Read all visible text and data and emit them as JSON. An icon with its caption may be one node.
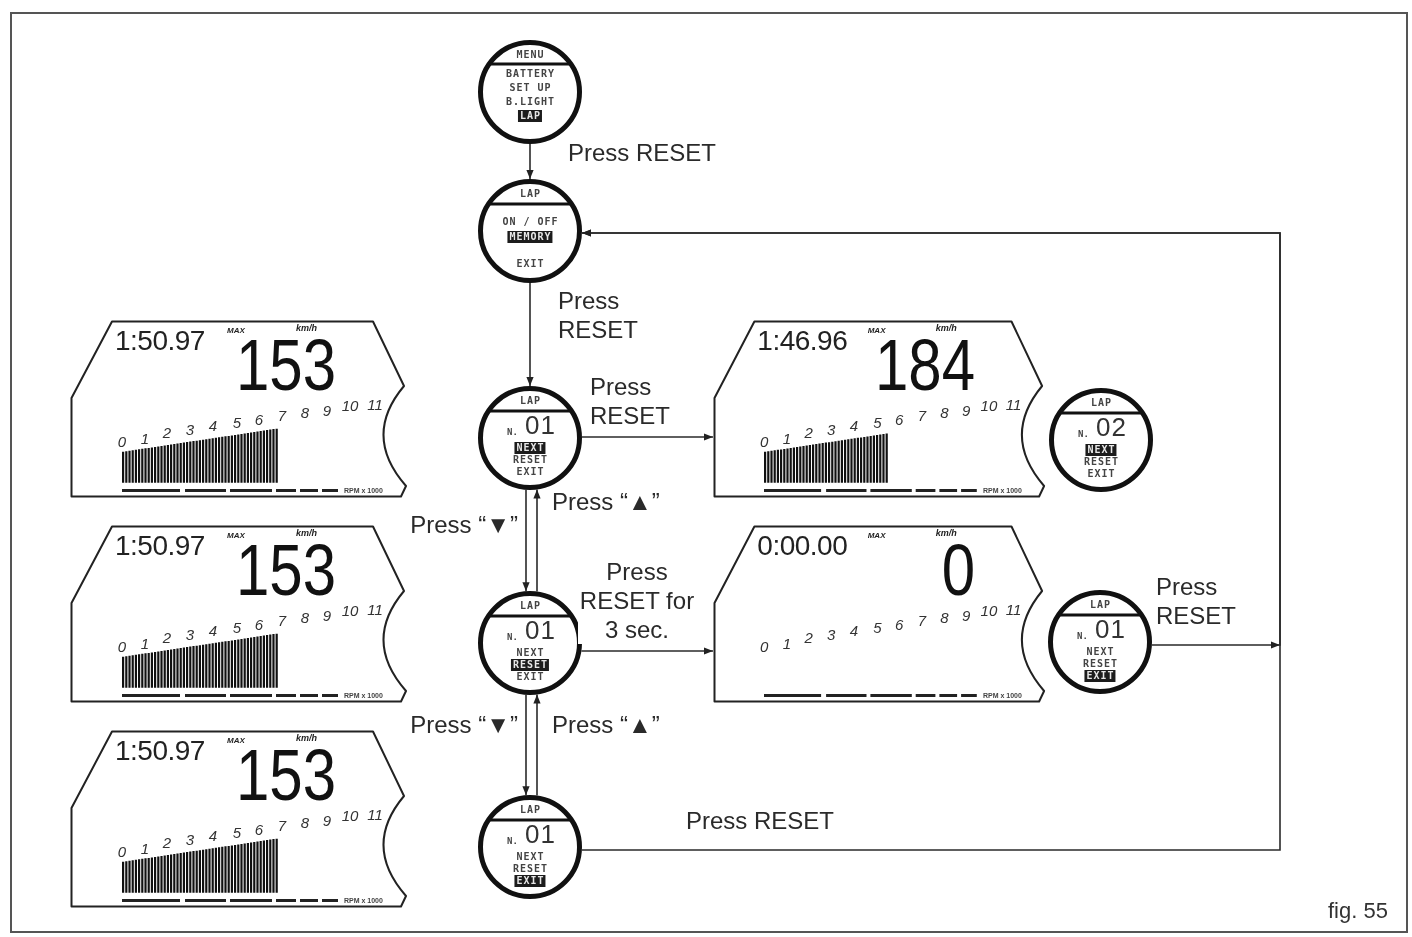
{
  "diagram": {
    "nodes": [
      {
        "text": [
          "MENU",
          "BATTERY",
          "SET UP",
          "B.LIGHT",
          "LAP"
        ]
      },
      {
        "text": [
          "LAP",
          "ON / OFF",
          "MEMORY",
          "EXIT"
        ]
      },
      {
        "text": [
          "1:50.97",
          "MAX",
          "km/h",
          "153",
          "0",
          "1",
          "2",
          "3",
          "4",
          "5",
          "6",
          "7",
          "8",
          "9",
          "10",
          "11",
          "RPM x 1000"
        ]
      },
      {
        "text": [
          "LAP",
          "N.",
          "01",
          "NEXT",
          "RESET",
          "EXIT"
        ]
      },
      {
        "text": [
          "1:46.96",
          "MAX",
          "km/h",
          "184",
          "0",
          "1",
          "2",
          "3",
          "4",
          "5",
          "6",
          "7",
          "8",
          "9",
          "10",
          "11",
          "RPM x 1000"
        ]
      },
      {
        "text": [
          "LAP",
          "N.",
          "02",
          "NEXT",
          "RESET",
          "EXIT"
        ]
      },
      {
        "text": [
          "1:50.97",
          "MAX",
          "km/h",
          "153",
          "0",
          "1",
          "2",
          "3",
          "4",
          "5",
          "6",
          "7",
          "8",
          "9",
          "10",
          "11",
          "RPM x 1000"
        ]
      },
      {
        "text": [
          "LAP",
          "N.",
          "01",
          "NEXT",
          "RESET",
          "EXIT"
        ]
      },
      {
        "text": [
          "0:00.00",
          "MAX",
          "km/h",
          "0",
          "0",
          "1",
          "2",
          "3",
          "4",
          "5",
          "6",
          "7",
          "8",
          "9",
          "10",
          "11",
          "RPM x 1000"
        ]
      },
      {
        "text": [
          "LAP",
          "N.",
          "01",
          "NEXT",
          "RESET",
          "EXIT"
        ]
      },
      {
        "text": [
          "1:50.97",
          "MAX",
          "km/h",
          "153",
          "0",
          "1",
          "2",
          "3",
          "4",
          "5",
          "6",
          "7",
          "8",
          "9",
          "10",
          "11",
          "RPM x 1000"
        ]
      },
      {
        "text": [
          "LAP",
          "N.",
          "01",
          "NEXT",
          "RESET",
          "EXIT"
        ]
      }
    ],
    "edges": [
      {
        "from": 0,
        "to": 1,
        "arrow": "to",
        "label": "Press RESET"
      },
      {
        "from": 1,
        "to": 3,
        "arrow": "to",
        "label": "Press RESET"
      },
      {
        "from": 3,
        "to": 4,
        "arrow": "to",
        "label": "Press RESET"
      },
      {
        "from": 3,
        "to": 7,
        "arrow": "to",
        "label": "Press “▼”"
      },
      {
        "from": 7,
        "to": 3,
        "arrow": "to",
        "label": "Press “▲”"
      },
      {
        "from": 7,
        "to": 8,
        "arrow": "to",
        "label": "Press RESET for 3 sec."
      },
      {
        "from": 7,
        "to": 11,
        "arrow": "to",
        "label": "Press “▼”"
      },
      {
        "from": 11,
        "to": 7,
        "arrow": "to",
        "label": "Press “▲”"
      },
      {
        "from": 9,
        "to": 1,
        "arrow": "to",
        "label": "Press RESET"
      },
      {
        "from": 11,
        "to": 1,
        "arrow": "to",
        "label": "Press RESET"
      }
    ],
    "labels": [
      "fig. 55"
    ]
  }
}
